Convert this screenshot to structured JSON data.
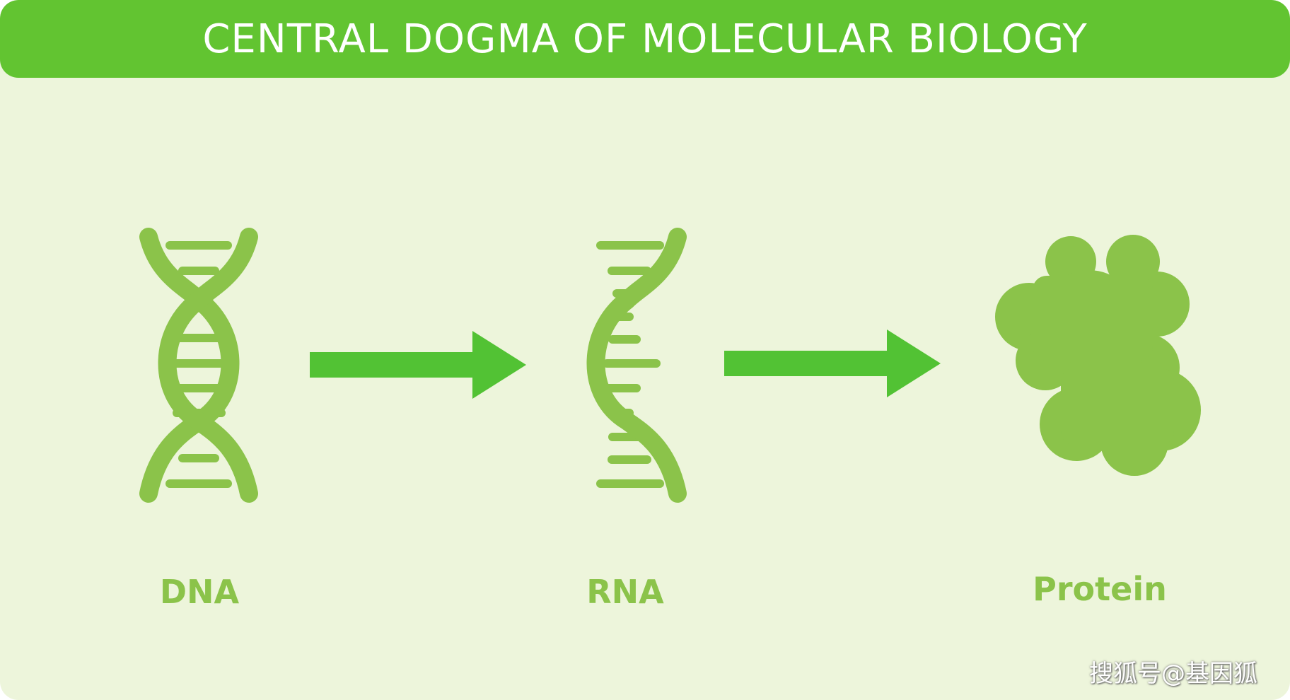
{
  "header": {
    "title": "CENTRAL DOGMA OF MOLECULAR BIOLOGY"
  },
  "nodes": [
    {
      "id": "dna",
      "label": "DNA",
      "icon": "dna-double-helix-icon"
    },
    {
      "id": "rna",
      "label": "RNA",
      "icon": "rna-single-strand-icon"
    },
    {
      "id": "protein",
      "label": "Protein",
      "icon": "protein-blob-icon"
    }
  ],
  "edges": [
    {
      "from": "dna",
      "to": "rna",
      "icon": "arrow-right-icon"
    },
    {
      "from": "rna",
      "to": "protein",
      "icon": "arrow-right-icon"
    }
  ],
  "watermark": "搜狐号@基因狐",
  "colors": {
    "banner": "#62c431",
    "background": "#edf5db",
    "icon": "#8bc34a",
    "arrow": "#52c234",
    "title_text": "#ffffff"
  }
}
